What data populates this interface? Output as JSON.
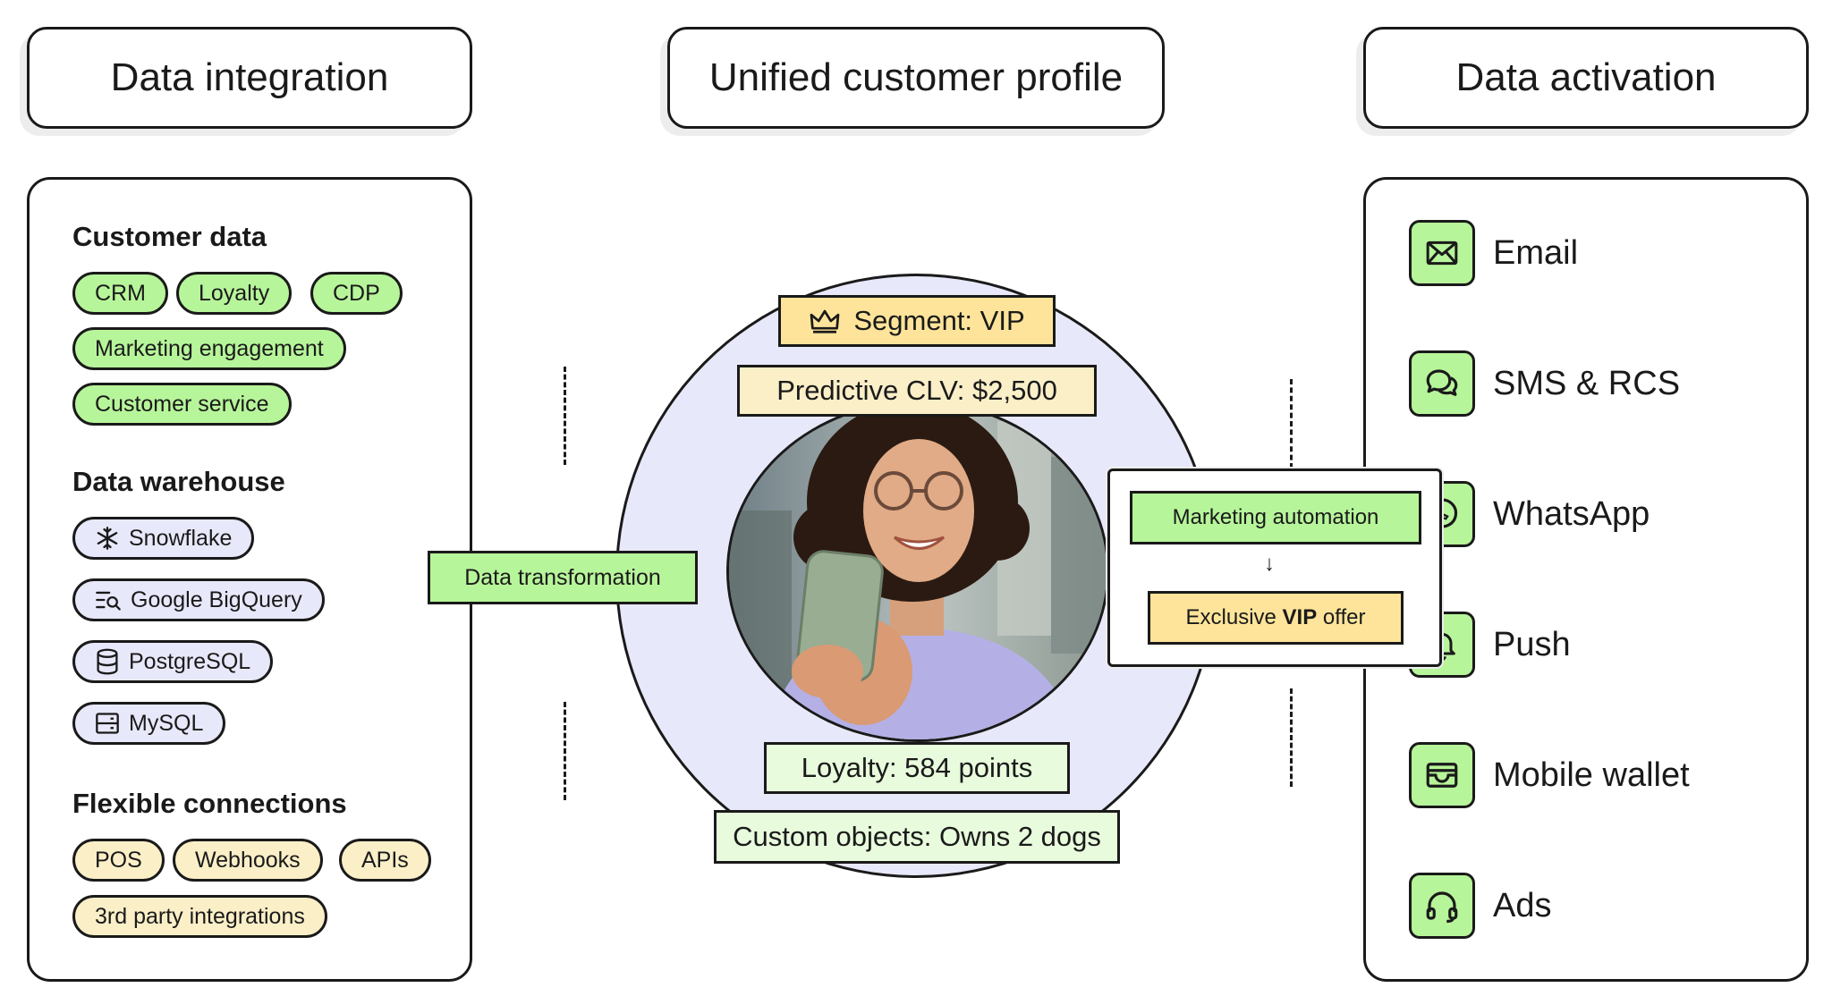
{
  "headers": {
    "left": "Data integration",
    "middle": "Unified customer profile",
    "right": "Data activation"
  },
  "left_panel": {
    "customer_data": {
      "title": "Customer data",
      "items": [
        "CRM",
        "Loyalty",
        "CDP",
        "Marketing engagement",
        "Customer service"
      ]
    },
    "data_warehouse": {
      "title": "Data warehouse",
      "items": [
        {
          "label": "Snowflake",
          "icon": "snowflake-icon"
        },
        {
          "label": "Google BigQuery",
          "icon": "search-list-icon"
        },
        {
          "label": "PostgreSQL",
          "icon": "database-icon"
        },
        {
          "label": "MySQL",
          "icon": "server-icon"
        }
      ]
    },
    "flexible_connections": {
      "title": "Flexible connections",
      "items": [
        "POS",
        "Webhooks",
        "APIs",
        "3rd party integrations"
      ]
    }
  },
  "middle": {
    "data_transformation": "Data transformation",
    "segment": "Segment: VIP",
    "segment_icon": "crown-icon",
    "predictive_clv": "Predictive CLV: $2,500",
    "loyalty": "Loyalty: 584 points",
    "custom_objects": "Custom objects: Owns 2 dogs",
    "flow": {
      "automation": "Marketing automation",
      "offer_prefix": "Exclusive ",
      "offer_bold": "VIP",
      "offer_suffix": " offer"
    }
  },
  "right_panel": {
    "channels": [
      {
        "label": "Email",
        "icon": "envelope-icon"
      },
      {
        "label": "SMS & RCS",
        "icon": "chat-bubbles-icon"
      },
      {
        "label": "WhatsApp",
        "icon": "whatsapp-icon"
      },
      {
        "label": "Push",
        "icon": "bell-icon"
      },
      {
        "label": "Mobile wallet",
        "icon": "wallet-icon"
      },
      {
        "label": "Ads",
        "icon": "headphones-icon"
      }
    ]
  },
  "colors": {
    "green": "#b7f59a",
    "light_green": "#e8fbdc",
    "lavender": "#e8e8fb",
    "cream": "#fbefc8",
    "yellow": "#fde49a",
    "outline": "#1a1a1a"
  }
}
